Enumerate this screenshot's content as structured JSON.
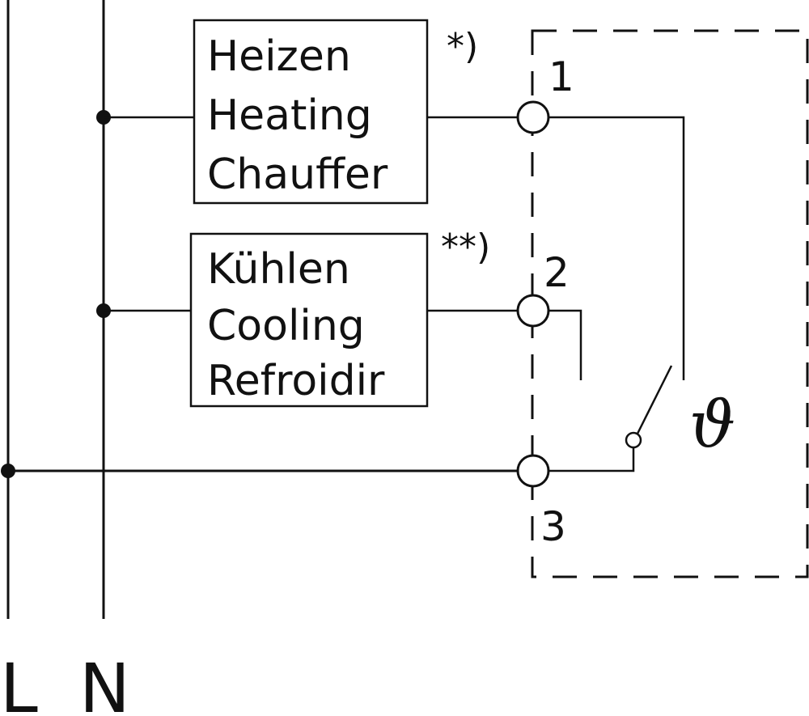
{
  "rails": {
    "l_label": "L",
    "n_label": "N"
  },
  "heating_box": {
    "line1": "Heizen",
    "line2": "Heating",
    "line3": "Chauffer",
    "note": "*)"
  },
  "cooling_box": {
    "line1": "Kühlen",
    "line2": "Cooling",
    "line3": "Refroidir",
    "note": "**)"
  },
  "terminals": {
    "t1": "1",
    "t2": "2",
    "t3": "3"
  },
  "thermostat_symbol": "ϑ"
}
